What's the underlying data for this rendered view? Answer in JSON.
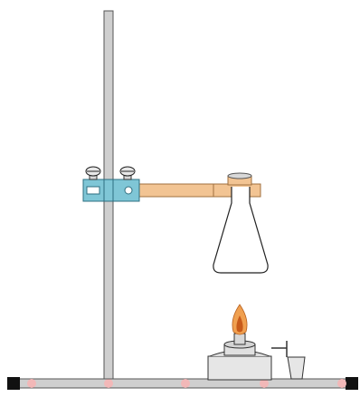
{
  "diagram": {
    "components": [
      {
        "name": "retort-stand-base",
        "icon": "base-plate"
      },
      {
        "name": "retort-stand-rod",
        "icon": "vertical-rod"
      },
      {
        "name": "boss-head-clamp",
        "icon": "clamp"
      },
      {
        "name": "clamp-arm",
        "icon": "horizontal-arm"
      },
      {
        "name": "conical-flask",
        "icon": "flask"
      },
      {
        "name": "alcohol-burner",
        "icon": "lamp"
      },
      {
        "name": "flame",
        "icon": "flame"
      },
      {
        "name": "burner-cap",
        "icon": "cap"
      }
    ],
    "colors": {
      "stand": "#cfcfcf",
      "stand_outline": "#555555",
      "base_foot": "#111111",
      "base_marker": "#f2b8b8",
      "clamp": "#7fc6d6",
      "clamp_outline": "#2e6f80",
      "arm": "#f2c493",
      "arm_outline": "#a0703f",
      "flask_outline": "#222222",
      "burner_body": "#e6e6e6",
      "flame_outer": "#f0a050",
      "flame_inner": "#c85a1a"
    }
  }
}
